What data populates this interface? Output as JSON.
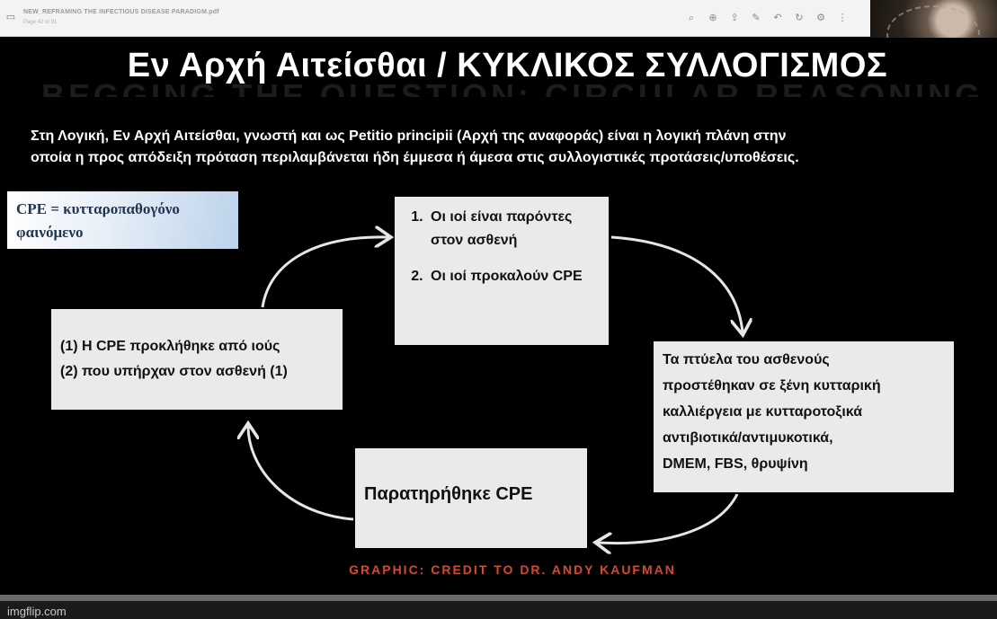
{
  "viewer": {
    "file_title": "NEW_REFRAMING THE INFECTIOUS DISEASE PARADIGM.pdf",
    "page_info": "Page 42 of 91",
    "icons": [
      "search-icon",
      "zoom-icon",
      "share-icon",
      "edit-icon",
      "undo-icon",
      "rotate-icon",
      "settings-icon",
      "more-icon"
    ],
    "icon_glyphs": [
      "⌕",
      "⊕",
      "⇪",
      "✎",
      "↶",
      "↻",
      "⚙",
      "⋮"
    ]
  },
  "slide": {
    "headline": "Εν Αρχή Αιτείσθαι / ΚΥΚΛΙΚΟΣ ΣΥΛΛΟΓΙΣΜΟΣ",
    "ghost_title": "BEGGING THE QUESTION: CIRCULAR REASONING",
    "definition": {
      "line1": "Στη Λογική, Εν Αρχή Αιτείσθαι, γνωστή και ως Petitio principii (Αρχή της αναφοράς) είναι η λογική πλάνη στην",
      "line2": "οποία η προς απόδειξη πρόταση περιλαμβάνεται ήδη έμμεσα ή άμεσα στις συλλογιστικές προτάσεις/υποθέσεις."
    },
    "cpe_note": {
      "line1": "CPE = κυτταροπαθογόνο",
      "line2": "φαινόμενο"
    },
    "cycle": {
      "top_items": [
        "Οι ιοί είναι παρόντες στον ασθενή",
        "Οι ιοί προκαλούν CPE"
      ],
      "right_lines": [
        "Τα πτύελα του ασθενούς",
        "προστέθηκαν σε ξένη κυτταρική",
        "καλλιέργεια με κυτταροτοξικά",
        "αντιβιοτικά/αντιμυκοτικά,",
        "DMEM, FBS, θρυψίνη"
      ],
      "bottom": "Παρατηρήθηκε CPE",
      "left_lines": [
        "(1) Η CPE προκλήθηκε από ιούς",
        "(2) που υπήρχαν στον ασθενή (1)"
      ]
    },
    "credit": "GRAPHIC: CREDIT TO DR. ANDY KAUFMAN"
  },
  "watermark": "imgflip.com",
  "colors": {
    "slide_bg": "#000000",
    "box_bg": "#ebeae8",
    "credit": "#d24a33",
    "note_gradient_end": "#bcd3ea"
  }
}
